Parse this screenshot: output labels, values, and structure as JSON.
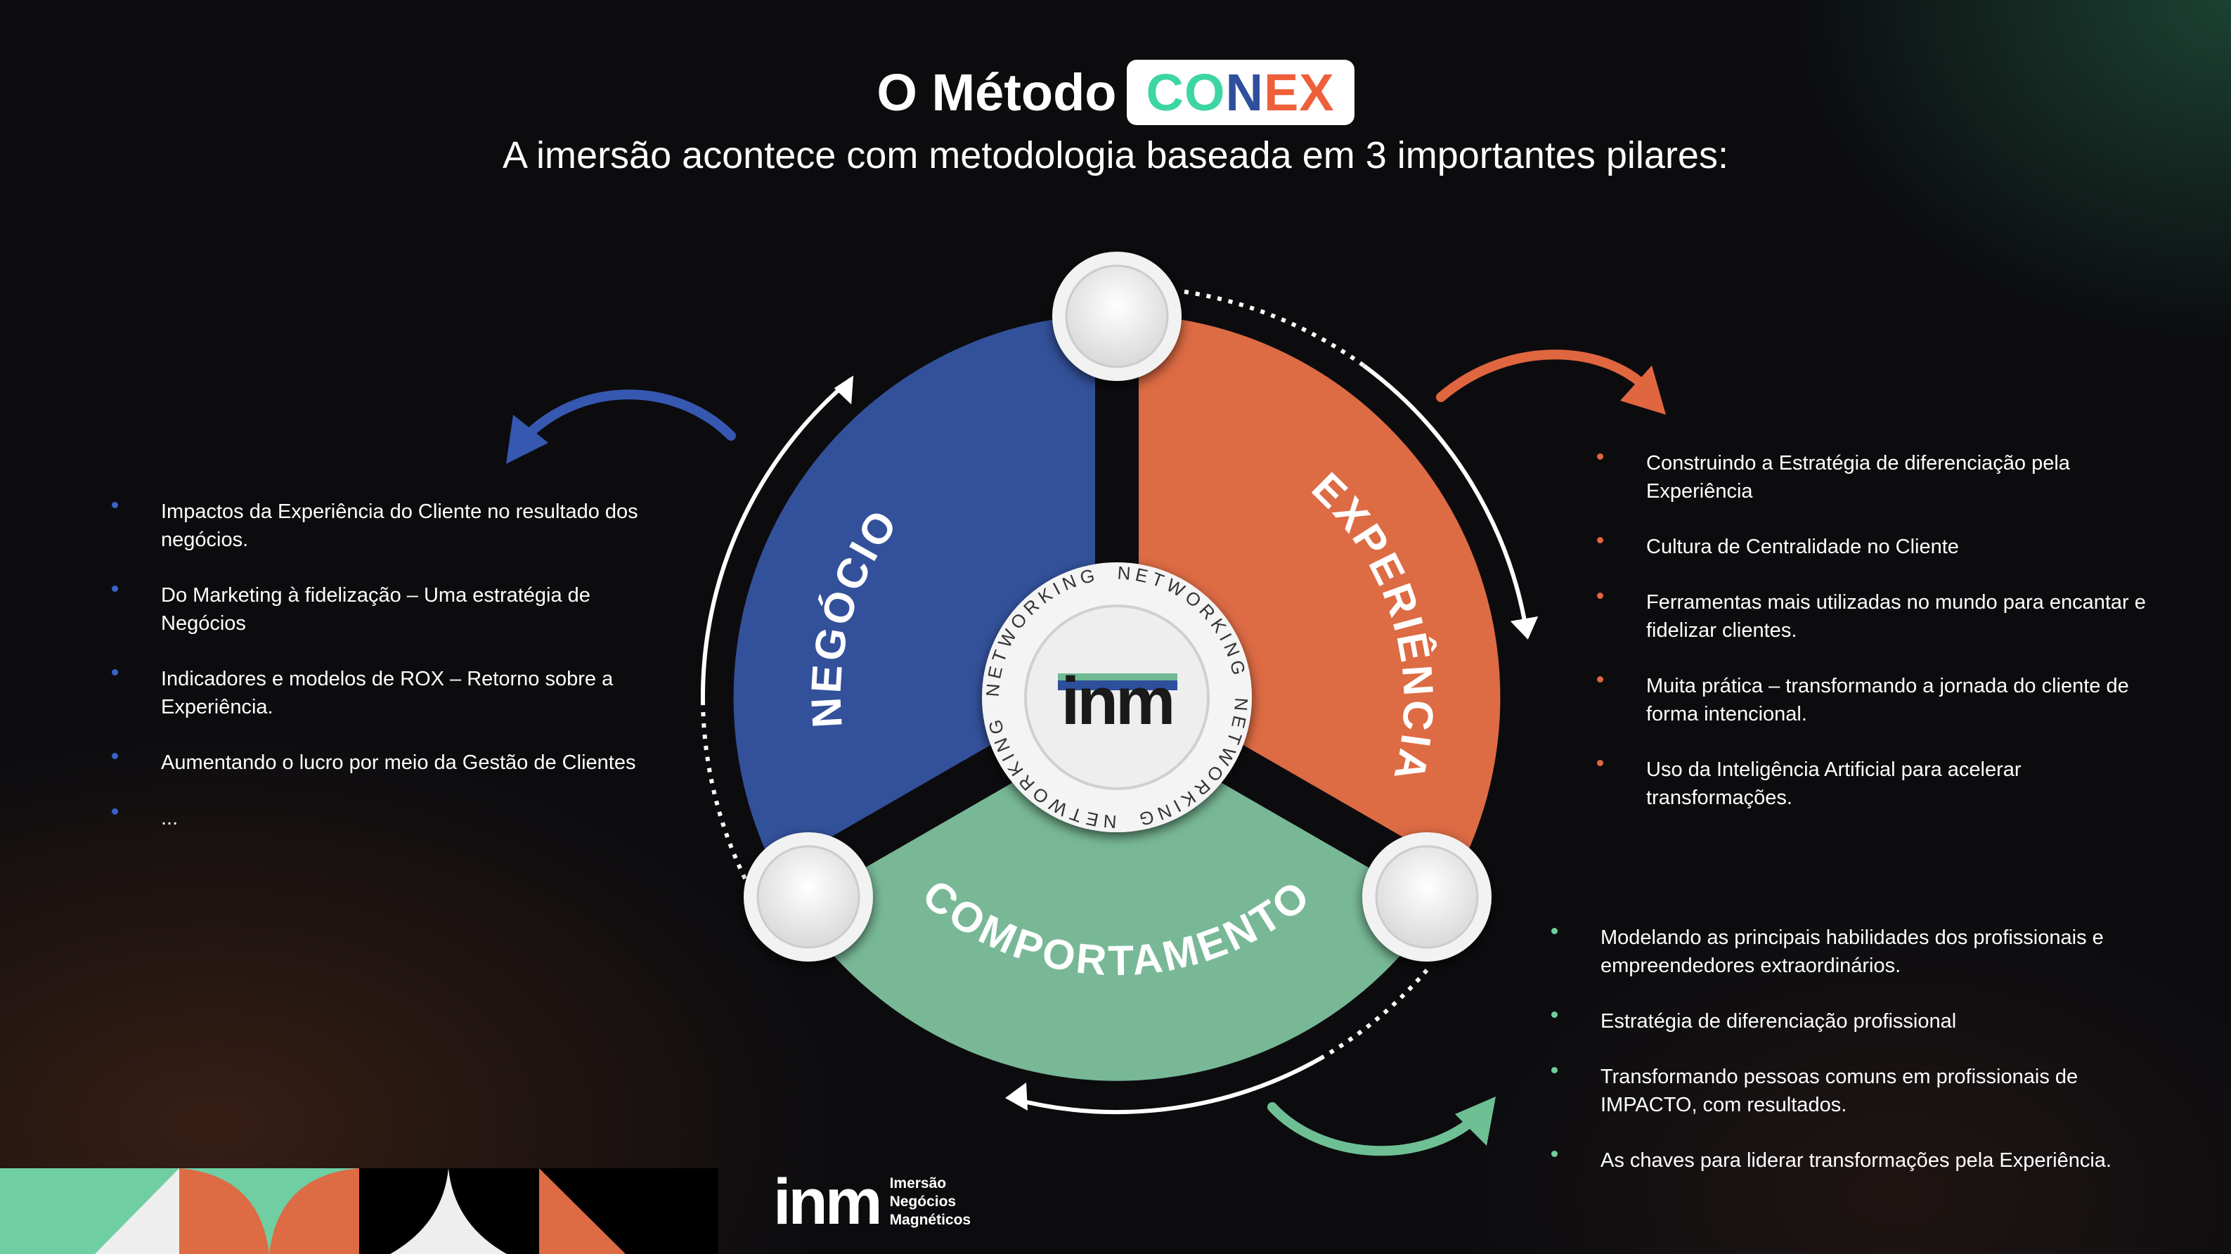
{
  "header": {
    "title_prefix": "O Método",
    "brand_letters": [
      {
        "text": "CO",
        "color": "#3dd6a3"
      },
      {
        "text": "N",
        "color": "#2e4f9c"
      },
      {
        "text": "EX",
        "color": "#ee5f3a"
      }
    ],
    "subtitle": "A imersão acontece com metodologia baseada em 3 importantes pilares:"
  },
  "wheel": {
    "sectors": [
      {
        "label": "NEGÓCIO",
        "color": "#33519a"
      },
      {
        "label": "EXPERIÊNCIA",
        "color": "#dd6b44"
      },
      {
        "label": "COMPORTAMENTO",
        "color": "#78b896"
      }
    ],
    "center_ring_text": "NETWORKING",
    "center_logo": "inm"
  },
  "lists": {
    "negocio": {
      "color": "#3b63c7",
      "items": [
        "Impactos da Experiência do Cliente no resultado dos negócios.",
        "Do Marketing à fidelização – Uma estratégia de Negócios",
        "Indicadores e modelos de ROX – Retorno sobre a Experiência.",
        "Aumentando o lucro por meio da Gestão de Clientes",
        "..."
      ]
    },
    "experiencia": {
      "color": "#e0663f",
      "items": [
        "Construindo a Estratégia de diferenciação pela Experiência",
        "Cultura de Centralidade no Cliente",
        "Ferramentas mais utilizadas no mundo para encantar e fidelizar clientes.",
        "Muita prática – transformando a jornada do cliente de forma intencional.",
        "Uso da Inteligência Artificial para acelerar transformações."
      ]
    },
    "comportamento": {
      "color": "#6fcf9d",
      "items": [
        "Modelando as principais habilidades dos profissionais e empreendedores extraordinários.",
        "Estratégia de diferenciação profissional",
        "Transformando pessoas comuns em profissionais de IMPACTO, com resultados.",
        "As chaves para liderar transformações pela Experiência."
      ]
    }
  },
  "footer": {
    "logo_mark": "inm",
    "logo_words": [
      "Imersão",
      "Negócios",
      "Magnéticos"
    ]
  }
}
